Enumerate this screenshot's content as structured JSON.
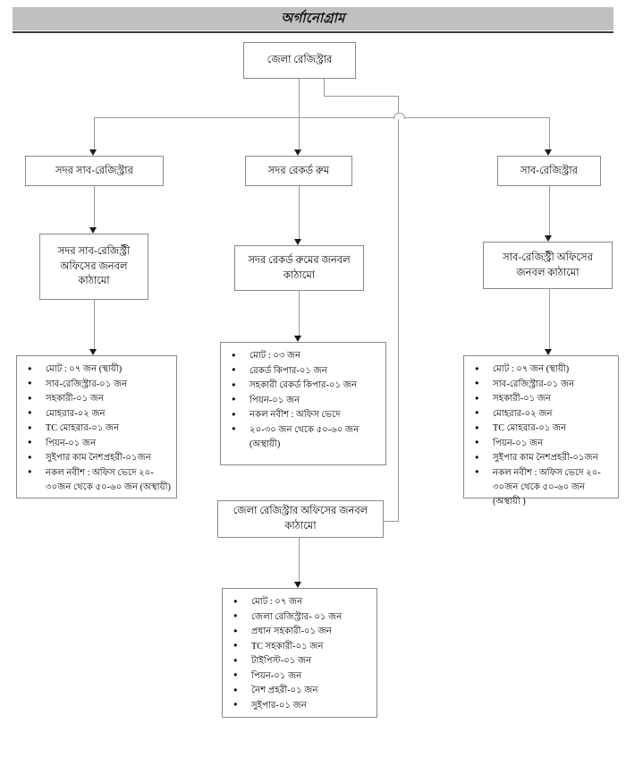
{
  "header": {
    "title": "অর্গানোগ্রাম"
  },
  "nodes": {
    "root": "জেলা রেজিস্ট্রার",
    "left_unit": "সদর সাব-রেজিস্ট্রার",
    "center_unit": "সদর রেকর্ড রুম",
    "right_unit": "সাব-রেজিস্ট্রার",
    "left_structure": "সদর সাব-রেজিস্ট্রী অফিসের জনবল কাঠামো",
    "center_structure": "সদর রেকর্ড রুমের জনবল কাঠামো",
    "right_structure": "সাব-রেজিস্ট্রী অফিসের জনবল কাঠামো",
    "root_structure": "জেলা রেজিস্ট্রার অফিসের জনবল কাঠামো"
  },
  "lists": {
    "left_staff": [
      {
        "text": "মোট : ০৭ জন (স্থায়ী)",
        "cont": false
      },
      {
        "text": "সাব-রেজিস্ট্রার-০১ জন",
        "cont": false
      },
      {
        "text": "সহকারী-০১ জন",
        "cont": false
      },
      {
        "text": "মোহরার-০২ জন",
        "cont": false
      },
      {
        "text": "TC মোহরার-০১ জন",
        "cont": false
      },
      {
        "text": "পিয়ন-০১ জন",
        "cont": false
      },
      {
        "text": "সুইপার কাম নৈশপ্রহরী-০১জন",
        "cont": false
      },
      {
        "text": "নকল নবীশ : অফিস ভেদে  ২০-",
        "cont": false
      },
      {
        "text": "৩০জন থেকে ৫০-৬০ জন (অস্থায়ী)",
        "cont": true
      }
    ],
    "center_staff": [
      {
        "text": "মোট : ০৩ জন",
        "cont": false
      },
      {
        "text": "রেকর্ড কিপার-০১ জন",
        "cont": false
      },
      {
        "text": "সহকারী রেকর্ড কিপার-০১ জন",
        "cont": false
      },
      {
        "text": "পিয়ন-০১ জন",
        "cont": false
      },
      {
        "text": "নকল নবীশ : অফিস ভেদে",
        "cont": false
      },
      {
        "text": "২০-৩০ জন থেকে ৫০-৬০ জন",
        "cont": false
      },
      {
        "text": "(অস্থায়ী)",
        "cont": true
      }
    ],
    "right_staff": [
      {
        "text": "মোট : ০৭ জন (স্থায়ী)",
        "cont": false
      },
      {
        "text": "সাব-রেজিস্ট্রার-০১ জন",
        "cont": false
      },
      {
        "text": "সহকারী-০১ জন",
        "cont": false
      },
      {
        "text": "মোহরার-০২ জন",
        "cont": false
      },
      {
        "text": "TC মোহরার-০১ জন",
        "cont": false
      },
      {
        "text": "পিয়ন-০১ জন",
        "cont": false
      },
      {
        "text": "সুইপার কাম নৈশপ্রহরী-০১জন",
        "cont": false
      },
      {
        "text": "নকল নবীশ : অফিস ভেদে  ২০-",
        "cont": false
      },
      {
        "text": "৩০জন থেকে ৫০-৬০ জন  (অস্থায়ী )",
        "cont": true
      }
    ],
    "root_staff": [
      {
        "text": "মোট : ০৭ জন",
        "cont": false
      },
      {
        "text": "জেলা রেজিস্ট্রার- ০১ জন",
        "cont": false
      },
      {
        "text": "প্রধান সহকারী-০১ জন",
        "cont": false
      },
      {
        "text": "TC সহকারী-০১ জন",
        "cont": false
      },
      {
        "text": "টাইপিস্ট-০১ জন",
        "cont": false
      },
      {
        "text": "পিয়ন-০১ জন",
        "cont": false
      },
      {
        "text": "নৈশ প্রহরী-০১ জন",
        "cont": false
      },
      {
        "text": "সুইপার-০১ জন",
        "cont": false
      }
    ]
  },
  "colors": {
    "title_band": "#c0c0c0",
    "box_border": "#8a8a8a",
    "connector": "#9a9a9a",
    "arrow": "#1a1a1a",
    "page_background": "#ffffff"
  }
}
